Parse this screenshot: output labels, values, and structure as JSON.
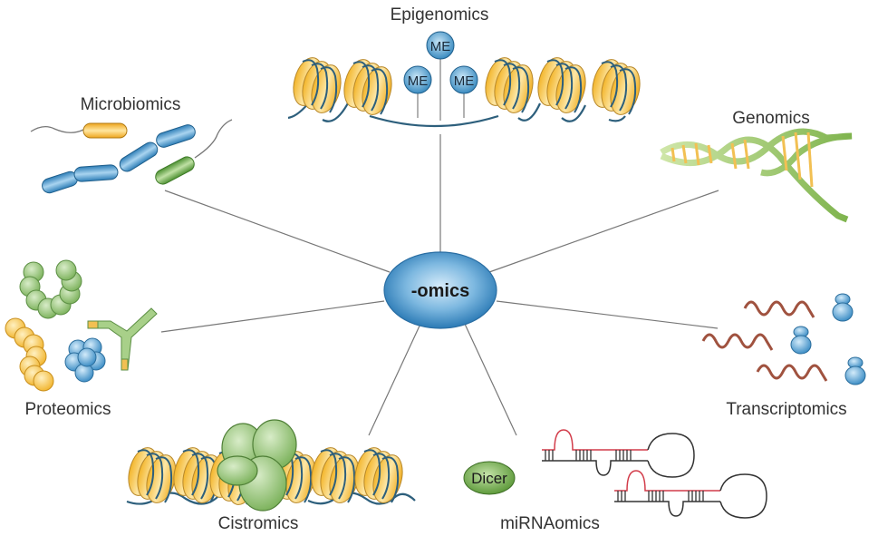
{
  "hub": {
    "label": "-omics"
  },
  "branches": [
    {
      "id": "epigenomics",
      "label": "Epigenomics",
      "marks": [
        "ME",
        "ME",
        "ME"
      ]
    },
    {
      "id": "microbiomics",
      "label": "Microbiomics"
    },
    {
      "id": "genomics",
      "label": "Genomics"
    },
    {
      "id": "proteomics",
      "label": "Proteomics"
    },
    {
      "id": "transcriptomics",
      "label": "Transcriptomics"
    },
    {
      "id": "cistromics",
      "label": "Cistromics"
    },
    {
      "id": "mirnaomics",
      "label": "miRNAomics",
      "enzyme": "Dicer"
    }
  ],
  "colors": {
    "nucleosome": "#f5c04a",
    "dna_strand": "#2d5f7c",
    "methyl": "#4b9cc9",
    "bacteria_blue": "#3f8fc6",
    "bacteria_green": "#6aab4a",
    "bacteria_yellow": "#f2b733",
    "protein_green": "#8cc070",
    "protein_yellow": "#f5c64f",
    "protein_blue": "#5fa6d6",
    "mrna": "#a0523f",
    "ribosome": "#5ea9d3",
    "mirna_red": "#d23c4a",
    "dicer": "#7fb458",
    "hub": "#3a8cc4"
  }
}
